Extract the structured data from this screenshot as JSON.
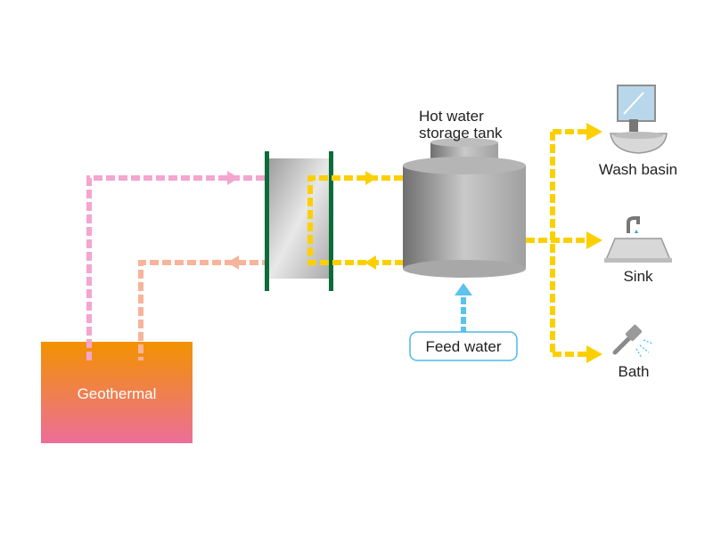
{
  "labels": {
    "geothermal": "Geothermal",
    "tank_line1": "Hot water",
    "tank_line2": "storage tank",
    "feed_water": "Feed water",
    "wash_basin": "Wash basin",
    "sink": "Sink",
    "bath": "Bath"
  },
  "icons": {
    "wash_basin": "wash-basin-icon",
    "sink": "kitchen-sink-icon",
    "bath": "shower-head-icon"
  },
  "colors": {
    "geothermal_top": "#f39200",
    "geothermal_bottom": "#ec6e9a",
    "hot_pipe": "#f4a6cf",
    "return_pipe": "#f7b49a",
    "hot_water_pipe": "#fcd000",
    "feed_pipe": "#5bc3ee",
    "exchanger_plate": "#0b6b3a"
  }
}
